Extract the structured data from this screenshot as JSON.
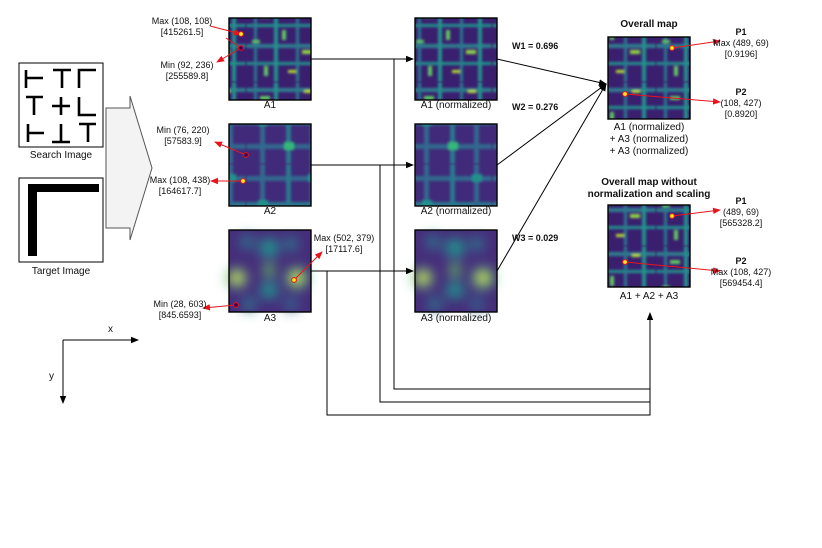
{
  "inputs": {
    "search_caption": "Search Image",
    "target_caption": "Target Image"
  },
  "axes": {
    "x": "x",
    "y": "y"
  },
  "maps": {
    "a1": {
      "caption": "A1",
      "max_label": "Max (108, 108)",
      "max_value": "[415261.5]",
      "min_label": "Min (92, 236)",
      "min_value": "[255589.8]"
    },
    "a2": {
      "caption": "A2",
      "min_label": "Min (76, 220)",
      "min_value": "[57583.9]",
      "max_label": "Max (108, 438)",
      "max_value": "[164617.7]"
    },
    "a3": {
      "caption": "A3",
      "max_label": "Max (502, 379)",
      "max_value": "[17117.6]",
      "min_label": "Min (28, 603)",
      "min_value": "[845.6593]"
    }
  },
  "normalized": {
    "a1": "A1  (normalized)",
    "a2": "A2  (normalized)",
    "a3": "A3  (normalized)"
  },
  "weights": {
    "w1": "W1 = 0.696",
    "w2": "W2 = 0.276",
    "w3": "W3 = 0.029"
  },
  "overall": {
    "title": "Overall map",
    "caption_lines": [
      "A1 (normalized)",
      "+ A3 (normalized)",
      "+ A3 (normalized)"
    ],
    "p1_title": "P1",
    "p1_label": "Max (489, 69)",
    "p1_value": "[0.9196]",
    "p2_title": "P2",
    "p2_label": "(108, 427)",
    "p2_value": "[0.8920]"
  },
  "raw_overall": {
    "title_line1": "Overall map without",
    "title_line2": "normalization and scaling",
    "caption": "A1 + A2 + A3",
    "p1_title": "P1",
    "p1_label": "(489, 69)",
    "p1_value": "[565328.2]",
    "p2_title": "P2",
    "p2_label": "Max (108, 427)",
    "p2_value": "[569454.4]"
  },
  "colors": {
    "map_dark": "#440154",
    "map_mid": "#31688e",
    "map_teal": "#21918c",
    "map_green": "#5ec962",
    "map_yellow": "#fde725",
    "annotation": "#e8141c",
    "arrow": "#000000"
  }
}
